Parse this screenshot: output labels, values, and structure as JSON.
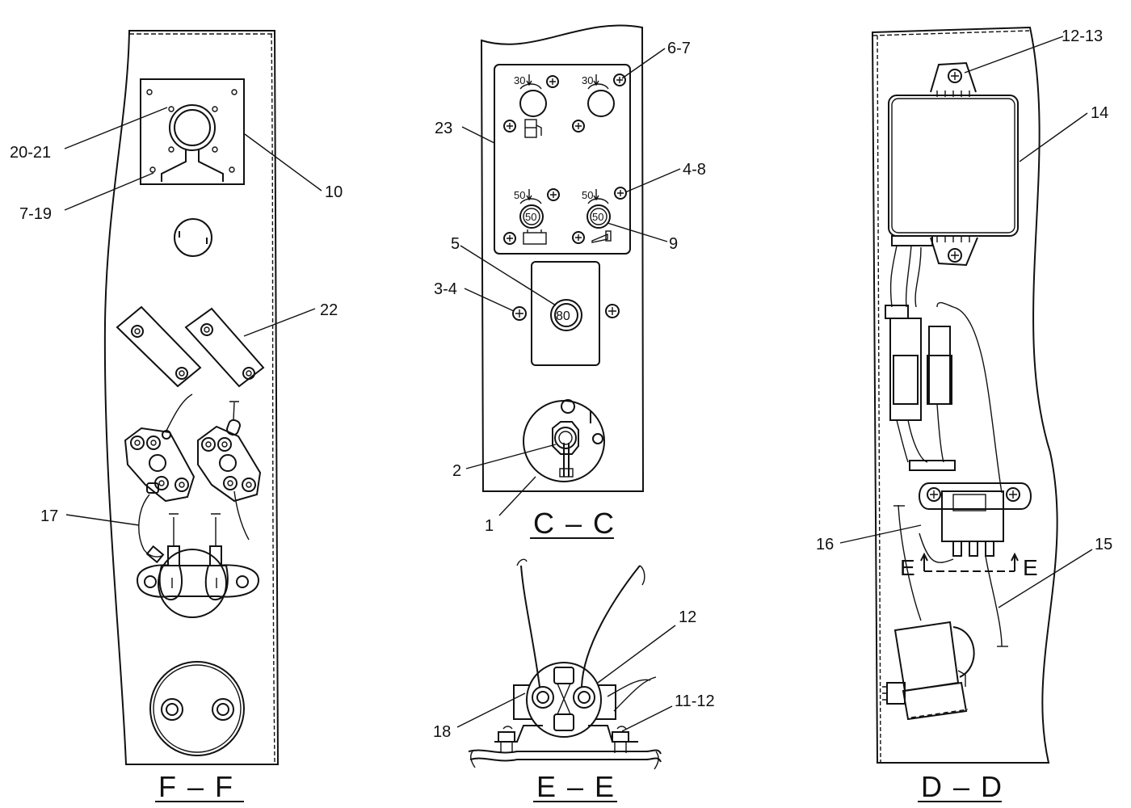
{
  "sections": {
    "ff": "F – F",
    "cc": "C – C",
    "ee": "E – E",
    "dd": "D – D"
  },
  "callouts": {
    "ff": [
      "20-21",
      "7-19",
      "10",
      "22",
      "17"
    ],
    "cc": [
      "6-7",
      "23",
      "4-8",
      "9",
      "5",
      "3-4",
      "2",
      "1"
    ],
    "ee": [
      "12",
      "11-12",
      "18"
    ],
    "dd": [
      "12-13",
      "14",
      "16",
      "15"
    ]
  },
  "panel_marks": {
    "fuse_top_left": "30",
    "fuse_top_right": "30",
    "fuse_mid_left": "50",
    "fuse_mid_right": "50",
    "fuse_cap_left": "50",
    "fuse_cap_right": "50",
    "main_fuse": "80",
    "section_arrow_left": "E",
    "section_arrow_right": "E"
  }
}
